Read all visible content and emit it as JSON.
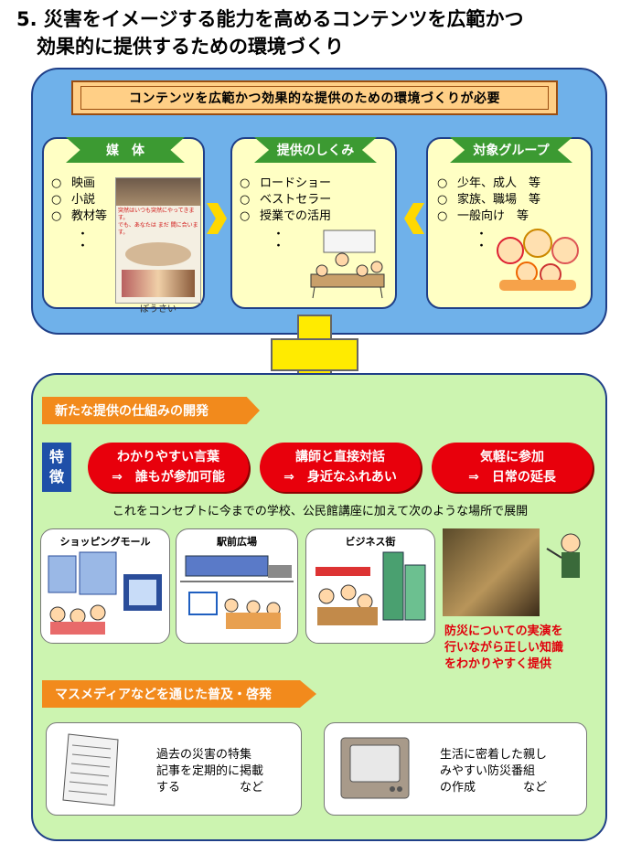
{
  "title": {
    "line1": "5. 災害をイメージする能力を高めるコンテンツを広範かつ",
    "line2": "効果的に提供するための環境づくり"
  },
  "banner": "コンテンツを広範かつ効果的な提供のための環境づくりが必要",
  "columns": [
    {
      "tag": "媒　体",
      "items": [
        "映画",
        "小説",
        "教材等"
      ]
    },
    {
      "tag": "提供のしくみ",
      "items": [
        "ロードショー",
        "ベストセラー",
        "授業での活用"
      ]
    },
    {
      "tag": "対象グループ",
      "items": [
        "少年、成人　等",
        "家族、職場　等",
        "一般向け　等"
      ]
    }
  ],
  "poster": {
    "line1": "突然はいつも突然にやってきます。",
    "line2": "でも、あなたは まだ 間に合います。",
    "title": "ぼうさい"
  },
  "new_system": {
    "tag": "新たな提供の仕組みの開発",
    "feature_label_1": "特",
    "feature_label_2": "徴",
    "features": [
      {
        "line1": "わかりやすい言葉",
        "line2": "⇒　誰もが参加可能"
      },
      {
        "line1": "講師と直接対話",
        "line2": "⇒　身近なふれあい"
      },
      {
        "line1": "気軽に参加",
        "line2": "⇒　日常の延長"
      }
    ],
    "concept": "これをコンセプトに今までの学校、公民館講座に加えて次のような場所で展開",
    "places": [
      "ショッピングモール",
      "駅前広場",
      "ビジネス街"
    ],
    "demo_note": [
      "防災についての実演を",
      "行いながら正しい知識",
      "をわかりやすく提供"
    ]
  },
  "mass_media": {
    "tag": "マスメディアなどを通じた普及・啓発",
    "items": [
      {
        "lines": [
          "過去の災害の特集",
          "記事を定期的に掲載",
          "する　　　　　など"
        ]
      },
      {
        "lines": [
          "生活に密着した親し",
          "みやすい防災番組",
          "の作成　　　　など"
        ]
      }
    ]
  },
  "colors": {
    "top_panel": "#6fb1ea",
    "bottom_panel": "#ccf4b0",
    "green_tag": "#3c9a32",
    "orange_tag": "#f28a1c",
    "feature_red": "#e8000c",
    "plus_yellow": "#ffeb00"
  }
}
